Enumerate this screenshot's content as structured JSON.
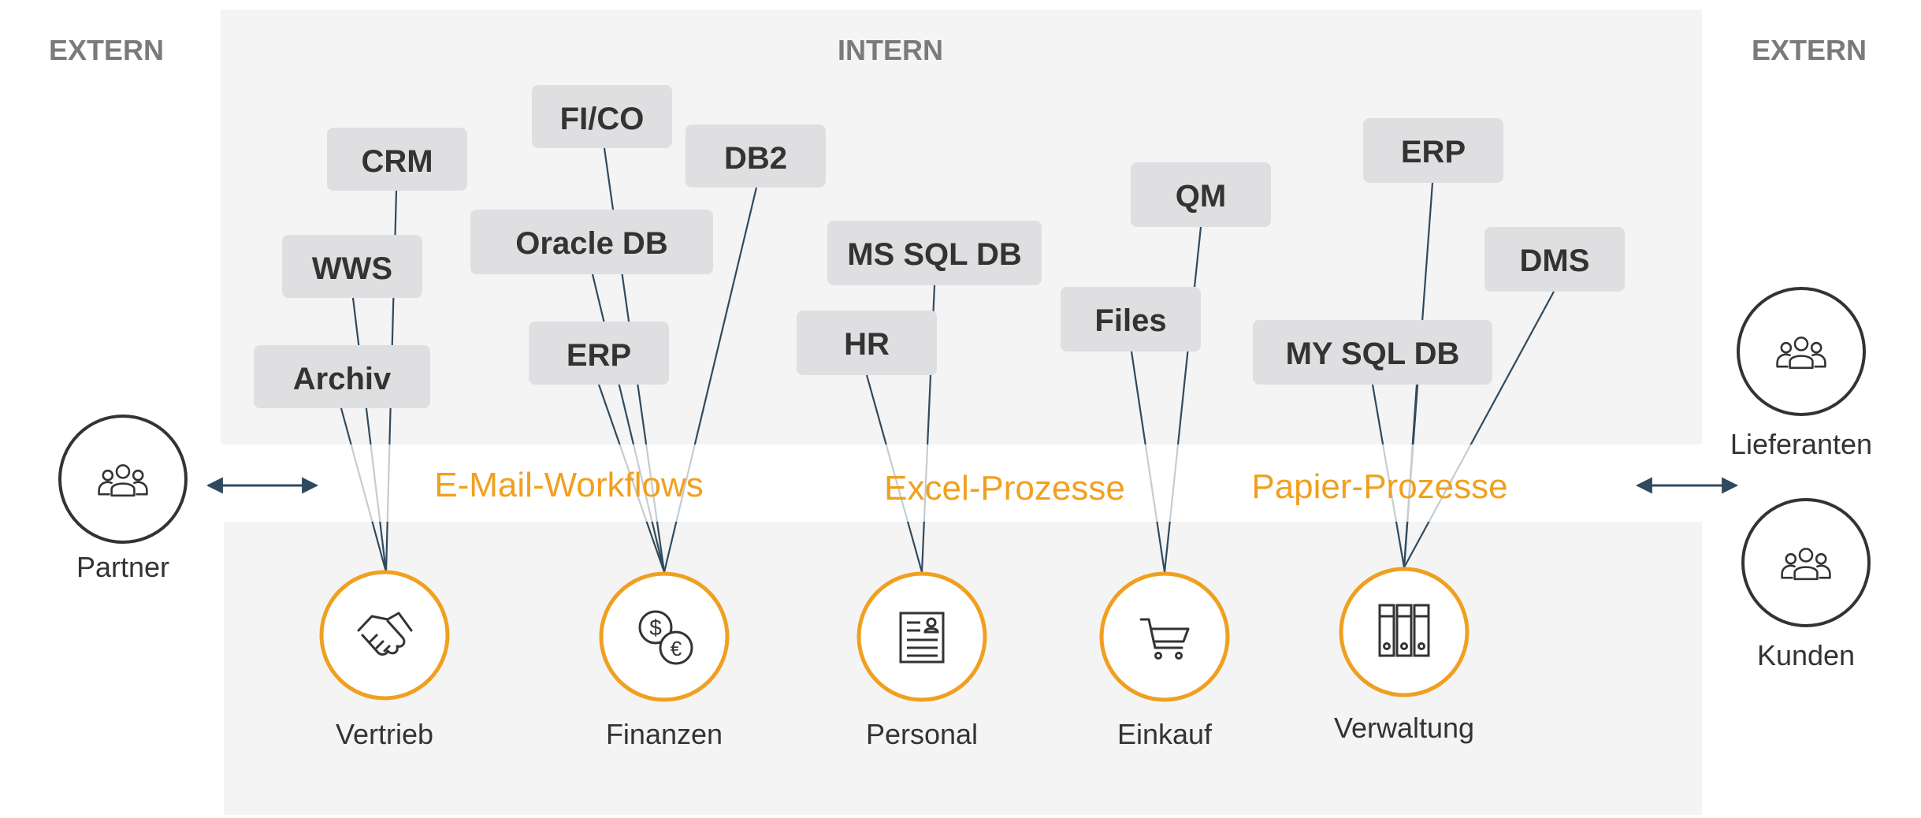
{
  "zones": {
    "extern_left": "EXTERN",
    "intern": "INTERN",
    "extern_right": "EXTERN"
  },
  "workflows": [
    {
      "id": "email",
      "label": "E-Mail-Workflows"
    },
    {
      "id": "excel",
      "label": "Excel-Prozesse"
    },
    {
      "id": "paper",
      "label": "Papier-Prozesse"
    }
  ],
  "departments": [
    {
      "id": "vertrieb",
      "label": "Vertrieb",
      "icon": "handshake-icon"
    },
    {
      "id": "finanzen",
      "label": "Finanzen",
      "icon": "currency-coins-icon"
    },
    {
      "id": "personal",
      "label": "Personal",
      "icon": "personnel-document-icon"
    },
    {
      "id": "einkauf",
      "label": "Einkauf",
      "icon": "shopping-cart-icon"
    },
    {
      "id": "verwaltung",
      "label": "Verwaltung",
      "icon": "binders-icon"
    }
  ],
  "systems": [
    {
      "id": "crm",
      "label": "CRM",
      "dept": "vertrieb"
    },
    {
      "id": "wws",
      "label": "WWS",
      "dept": "vertrieb"
    },
    {
      "id": "archiv",
      "label": "Archiv",
      "dept": "vertrieb"
    },
    {
      "id": "fico",
      "label": "FI/CO",
      "dept": "finanzen"
    },
    {
      "id": "db2",
      "label": "DB2",
      "dept": "finanzen"
    },
    {
      "id": "oracle",
      "label": "Oracle DB",
      "dept": "finanzen"
    },
    {
      "id": "erp1",
      "label": "ERP",
      "dept": "finanzen"
    },
    {
      "id": "mssql",
      "label": "MS SQL DB",
      "dept": "personal"
    },
    {
      "id": "hr",
      "label": "HR",
      "dept": "personal"
    },
    {
      "id": "qm",
      "label": "QM",
      "dept": "einkauf"
    },
    {
      "id": "files",
      "label": "Files",
      "dept": "einkauf"
    },
    {
      "id": "erp2",
      "label": "ERP",
      "dept": "verwaltung"
    },
    {
      "id": "dms",
      "label": "DMS",
      "dept": "verwaltung"
    },
    {
      "id": "mysql",
      "label": "MY SQL DB",
      "dept": "verwaltung"
    }
  ],
  "external": [
    {
      "id": "partner",
      "label": "Partner",
      "icon": "people-group-icon"
    },
    {
      "id": "lieferanten",
      "label": "Lieferanten",
      "icon": "people-group-icon"
    },
    {
      "id": "kunden",
      "label": "Kunden",
      "icon": "people-group-icon"
    }
  ],
  "colors": {
    "accent": "#f0a020",
    "line": "#2f4a5e",
    "box": "#dfdfe1",
    "zone_text": "#7a7a7a",
    "panel": "#f4f4f4",
    "text": "#333333"
  }
}
